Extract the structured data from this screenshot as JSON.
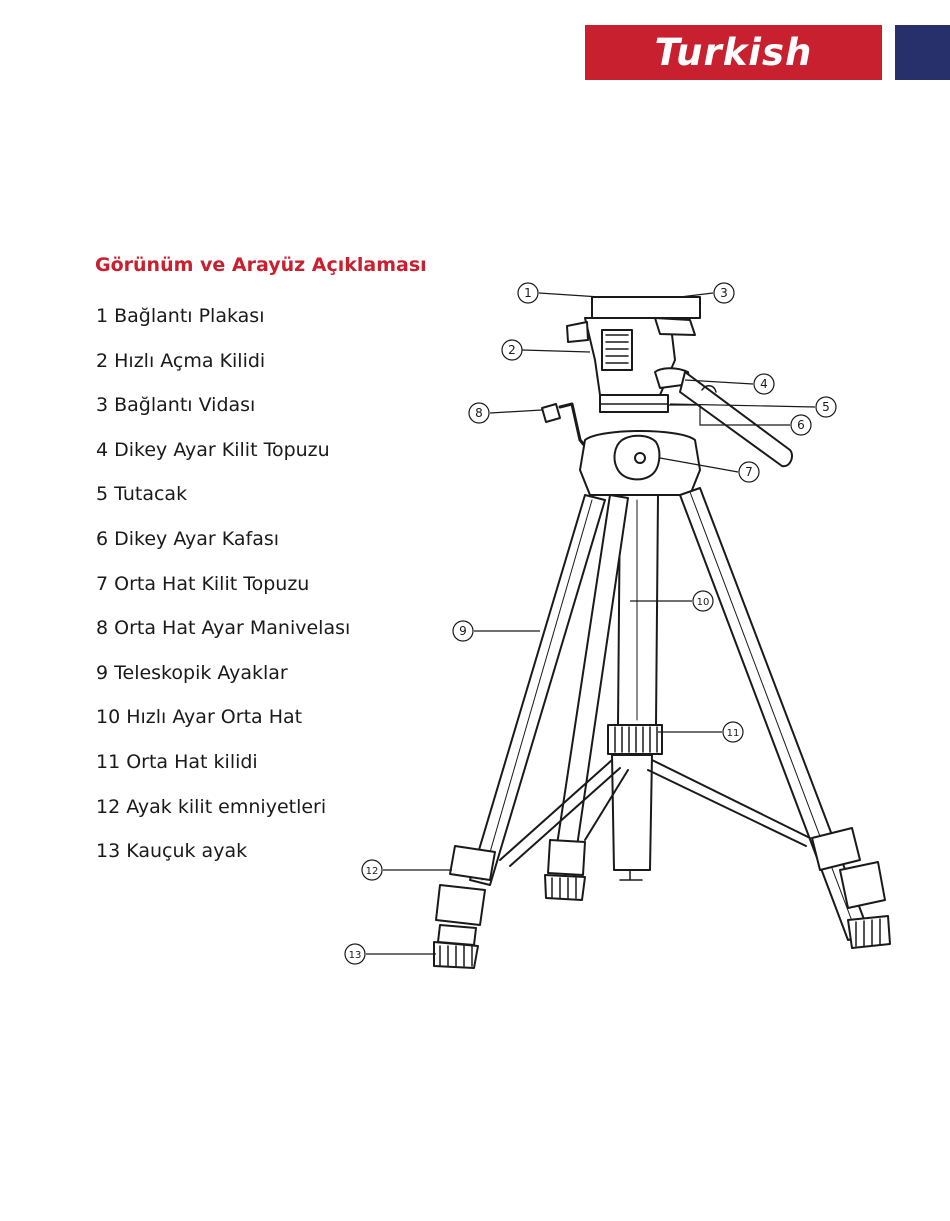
{
  "header": {
    "language_label": "Turkish",
    "brand_color": "#c8202f",
    "edge_color": "#27306a"
  },
  "section": {
    "title": "Görünüm ve Arayüz Açıklaması"
  },
  "parts": [
    "1 Bağlantı Plakası",
    "2 Hızlı Açma Kilidi",
    "3 Bağlantı Vidası",
    "4 Dikey Ayar Kilit Topuzu",
    "5 Tutacak",
    "6 Dikey Ayar Kafası",
    "7 Orta Hat Kilit Topuzu",
    "8 Orta Hat Ayar Manivelası",
    "9 Teleskopik Ayaklar",
    "10 Hızlı Ayar Orta Hat",
    "11 Orta Hat kilidi",
    "12 Ayak kilit emniyetleri",
    "13 Kauçuk ayak"
  ],
  "diagram": {
    "callouts": [
      "1",
      "2",
      "3",
      "4",
      "5",
      "6",
      "7",
      "8",
      "9",
      "10",
      "11",
      "12",
      "13"
    ]
  }
}
